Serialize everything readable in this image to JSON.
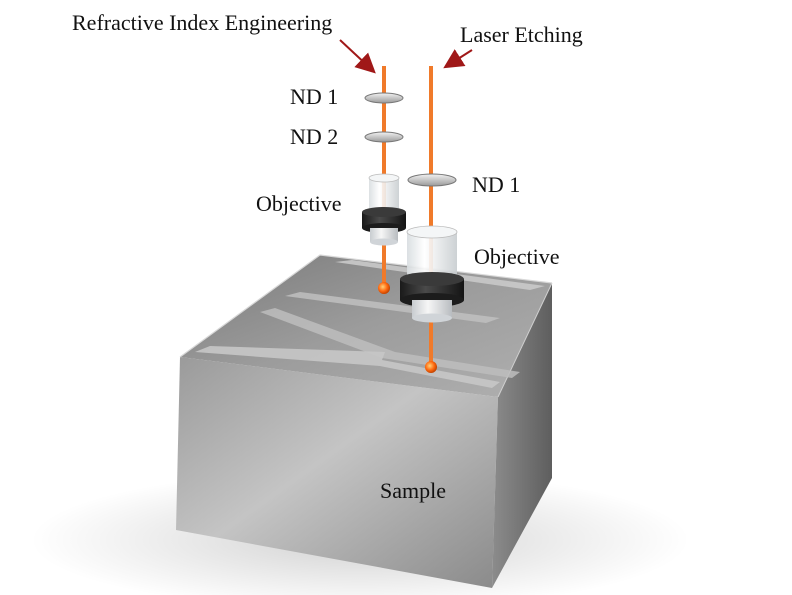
{
  "labels": {
    "refractive_index_engineering": "Refractive Index Engineering",
    "laser_etching": "Laser Etching",
    "nd1_left": "ND 1",
    "nd2_left": "ND 2",
    "objective_left": "Objective",
    "nd1_right": "ND 1",
    "objective_right": "Objective",
    "sample": "Sample"
  },
  "colors": {
    "beam": "#f07a2a",
    "arrow": "#a01818",
    "focus_spot": "#ff6a10"
  }
}
